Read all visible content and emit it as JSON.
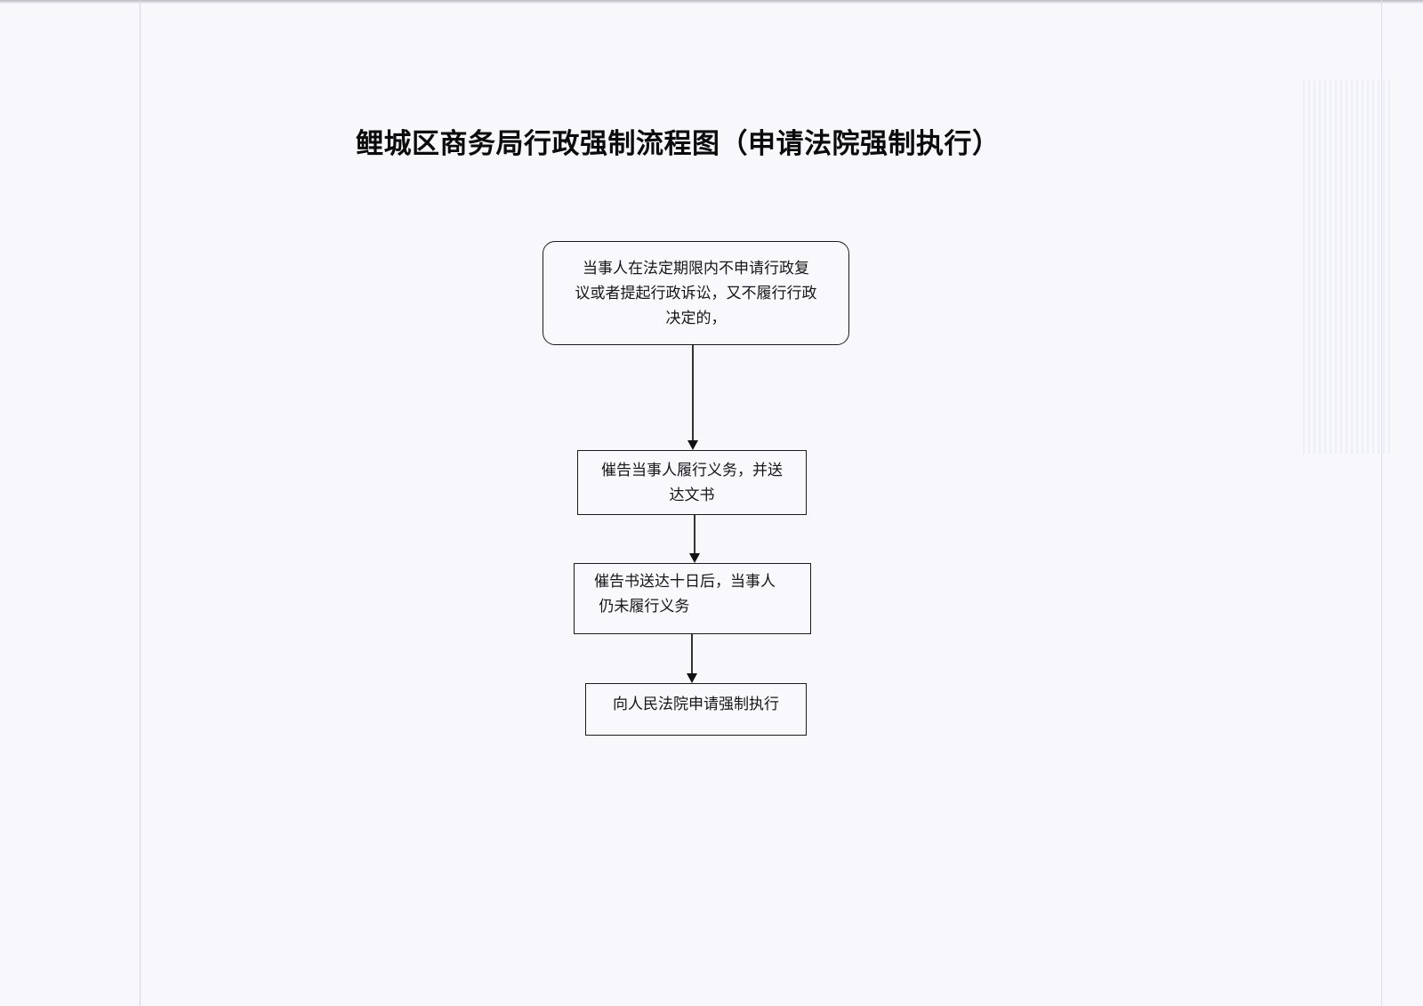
{
  "document": {
    "title": "鲤城区商务局行政强制流程图（申请法院强制执行）"
  },
  "flowchart": {
    "nodes": [
      {
        "id": "node-1",
        "shape": "rounded-rectangle",
        "lines": [
          "当事人在法定期限内不申请行政复",
          "议或者提起行政诉讼，又不履行行政",
          "决定的，"
        ]
      },
      {
        "id": "node-2",
        "shape": "rectangle",
        "lines": [
          "催告当事人履行义务，并送",
          "达文书"
        ]
      },
      {
        "id": "node-3",
        "shape": "rectangle",
        "lines": [
          "催告书送达十日后，当事人",
          " 仍未履行义务"
        ]
      },
      {
        "id": "node-4",
        "shape": "rectangle",
        "lines": [
          "向人民法院申请强制执行"
        ]
      }
    ],
    "edges": [
      {
        "from": "node-1",
        "to": "node-2",
        "arrow": "down"
      },
      {
        "from": "node-2",
        "to": "node-3",
        "arrow": "down"
      },
      {
        "from": "node-3",
        "to": "node-4",
        "arrow": "down"
      }
    ],
    "colors": {
      "line": "#1b1b1b",
      "text": "#161616",
      "background": "#f7f7fc"
    }
  }
}
